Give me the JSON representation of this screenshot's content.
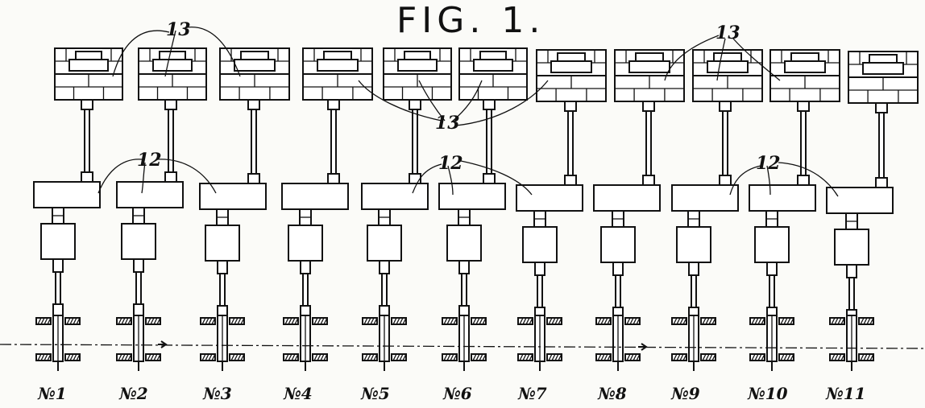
{
  "figure": {
    "title": "FIG. 1.",
    "stations": [
      {
        "label": "№1",
        "bottom_shift": 0
      },
      {
        "label": "№2",
        "bottom_shift": 0
      },
      {
        "label": "№3",
        "bottom_shift": 0
      },
      {
        "label": "№4",
        "bottom_shift": 0
      },
      {
        "label": "№5",
        "bottom_shift": 0
      },
      {
        "label": "№6",
        "bottom_shift": 0
      },
      {
        "label": "№7",
        "bottom_shift": 0
      },
      {
        "label": "№8",
        "bottom_shift": 0
      },
      {
        "label": "№9",
        "bottom_shift": 0
      },
      {
        "label": "№10",
        "bottom_shift": 0
      },
      {
        "label": "№11",
        "bottom_shift": 0
      }
    ],
    "reference_numerals": {
      "upper_unit": "13",
      "middle_unit": "12"
    },
    "ink_color": "#111111"
  }
}
